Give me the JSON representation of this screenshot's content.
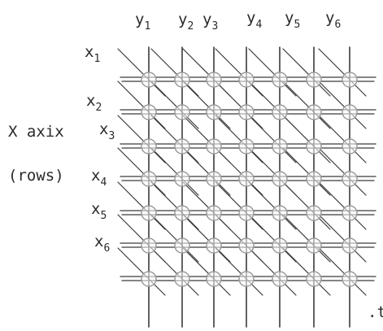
{
  "labels": {
    "columns": [
      {
        "name": "y",
        "index": "1"
      },
      {
        "name": "y",
        "index": "2"
      },
      {
        "name": "y",
        "index": "3"
      },
      {
        "name": "y",
        "index": "4"
      },
      {
        "name": "y",
        "index": "5"
      },
      {
        "name": "y",
        "index": "6"
      }
    ],
    "rows": [
      {
        "name": "x",
        "index": "1"
      },
      {
        "name": "x",
        "index": "2"
      },
      {
        "name": "x",
        "index": "3"
      },
      {
        "name": "x",
        "index": "4"
      },
      {
        "name": "x",
        "index": "5"
      },
      {
        "name": "x",
        "index": "6"
      }
    ],
    "axis_name": "X axix",
    "axis_note": "(rows)",
    "edge_fragment": ".t"
  },
  "grid": {
    "rows": 7,
    "cols": 7,
    "line_color": "#3a3a3a",
    "node_color": "#9a9a9a"
  }
}
